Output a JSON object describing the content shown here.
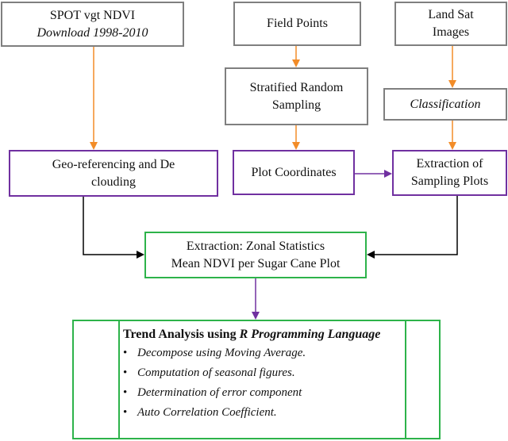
{
  "boxes": {
    "spot": {
      "line1": "SPOT vgt NDVI",
      "line2": "Download 1998-2010"
    },
    "field_points": {
      "line1": "Field Points"
    },
    "landsat": {
      "line1": "Land Sat",
      "line2": "Images"
    },
    "stratified": {
      "line1": "Stratified Random",
      "line2": "Sampling"
    },
    "classification": {
      "line1": "Classification"
    },
    "georef": {
      "line1": "Geo-referencing and De",
      "line2": "clouding"
    },
    "plot_coords": {
      "line1": "Plot Coordinates"
    },
    "extraction_plots": {
      "line1": "Extraction of",
      "line2": "Sampling Plots"
    },
    "zonal": {
      "line1": "Extraction: Zonal Statistics",
      "line2": "Mean NDVI per Sugar Cane Plot"
    },
    "trend": {
      "title_plain": "Trend Analysis using ",
      "title_italic": "R Programming Language",
      "bullet": "•",
      "items": [
        "Decompose using Moving Average.",
        "Computation of seasonal figures.",
        "Determination of error component",
        "Auto Correlation Coefficient."
      ]
    }
  },
  "colors": {
    "gray_border": "#7f7f7f",
    "purple_border": "#7030a0",
    "green_border": "#2db34a",
    "orange_arrow": "#f28c28",
    "purple_arrow": "#7030a0",
    "black_arrow": "#000000"
  }
}
